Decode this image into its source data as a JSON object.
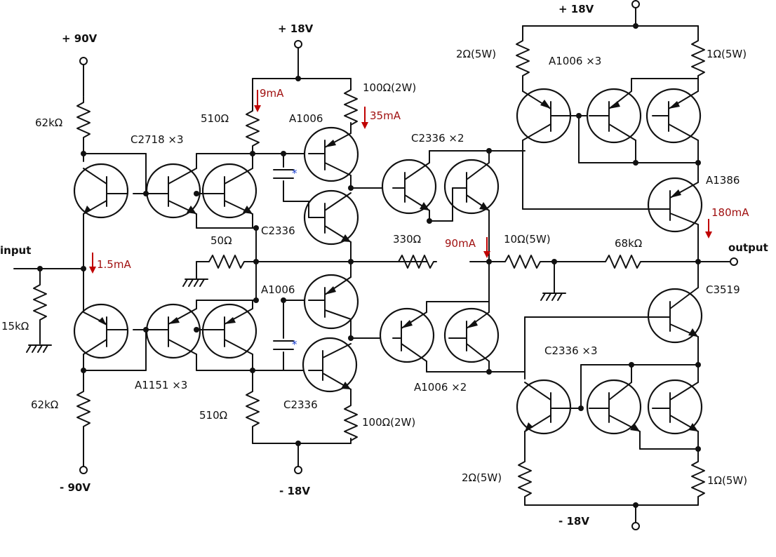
{
  "rails": {
    "pos90": "+ 90V",
    "neg90": "- 90V",
    "pos18a": "+ 18V",
    "neg18a": "- 18V",
    "pos18b": "+ 18V",
    "neg18b": "- 18V"
  },
  "io": {
    "input": "input",
    "output": "output"
  },
  "resistors": {
    "r62k_top": "62kΩ",
    "r62k_bot": "62kΩ",
    "r15k": "15kΩ",
    "r510_top": "510Ω",
    "r510_bot": "510Ω",
    "r50": "50Ω",
    "r100_top": "100Ω(2W)",
    "r100_bot": "100Ω(2W)",
    "r330": "330Ω",
    "r10": "10Ω(5W)",
    "r68k": "68kΩ",
    "r2_top": "2Ω(5W)",
    "r1_top": "1Ω(5W)",
    "r2_bot": "2Ω(5W)",
    "r1_bot": "1Ω(5W)"
  },
  "transistors": {
    "c2718": "C2718 ×3",
    "a1151": "A1151 ×3",
    "a1006_top": "A1006",
    "a1006_mid": "A1006",
    "c2336_top": "C2336",
    "c2336_bot": "C2336",
    "c2336x2": "C2336 ×2",
    "a1006x2": "A1006 ×2",
    "a1006x3": "A1006 ×3",
    "a1386": "A1386",
    "c3519": "C3519",
    "c2336x3": "C2336 ×3"
  },
  "currents": {
    "i9": "9mA",
    "i35": "35mA",
    "i15": "1.5mA",
    "i90": "90mA",
    "i180": "180mA"
  },
  "colors": {
    "wire": "#111111",
    "current_arrow": "#c00000",
    "capacitor_mark": "#1a3fd0"
  }
}
